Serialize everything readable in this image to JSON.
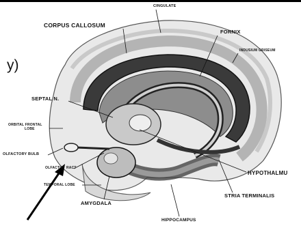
{
  "slide_text_fragment": "y)",
  "diagram": {
    "labels": {
      "cingulate": "CINGULATE",
      "corpus_callosum": "CORPUS CALLOSUM",
      "fornix": "FORNIX",
      "indusium_griseum": "INDUSIUM GRISEUM",
      "septal_n": "SEPTAL N.",
      "orbital_frontal_lobe_line1": "ORBITAL FRONTAL",
      "orbital_frontal_lobe_line2": "LOBE",
      "olfactory_bulb": "OLFACTORY BULB",
      "olfactory_tract_part1": "OLFACTO",
      "olfactory_tract_part2": "RACT",
      "temporal_lobe": "TEMPORAL LOBE",
      "hypothalamus": "HYPOTHALMU",
      "stria_terminalis": "STRIA TERMINALIS",
      "amygdala": "AMYGDALA",
      "hippocampus": "HIPPOCAMPUS"
    }
  }
}
